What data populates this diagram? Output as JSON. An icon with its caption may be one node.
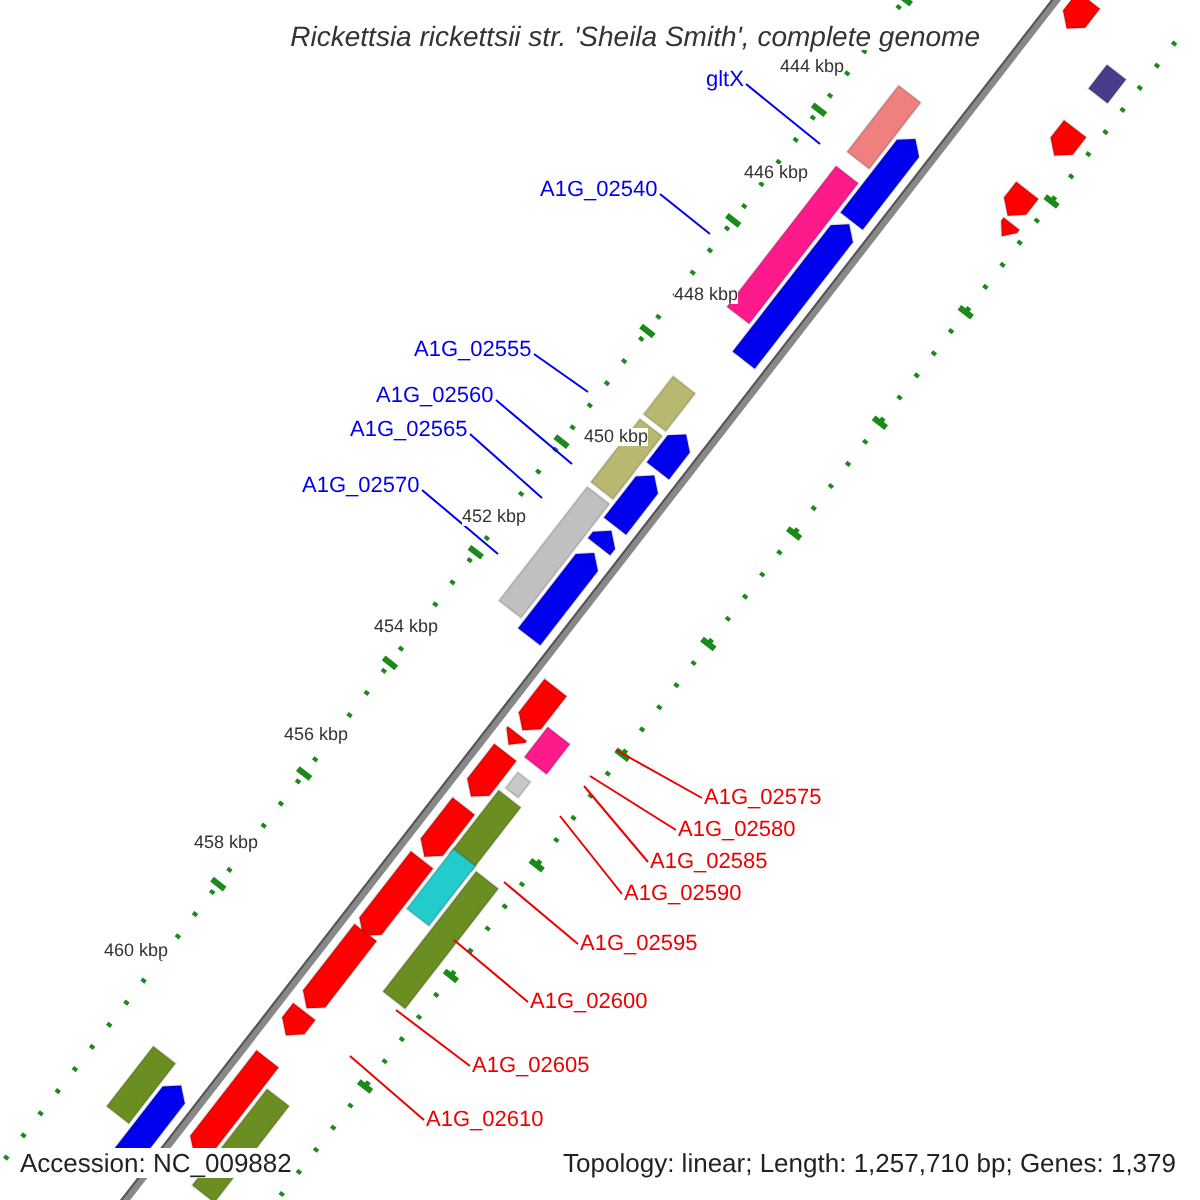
{
  "diagram": {
    "title": "Rickettsia rickettsii str. 'Sheila Smith', complete genome",
    "nodes": [
      {
        "text": [
          "gltX"
        ]
      },
      {
        "text": [
          "A1G_02540"
        ]
      },
      {
        "text": [
          "A1G_02555"
        ]
      },
      {
        "text": [
          "A1G_02560"
        ]
      },
      {
        "text": [
          "A1G_02565"
        ]
      },
      {
        "text": [
          "A1G_02570"
        ]
      },
      {
        "text": [
          "A1G_02575"
        ]
      },
      {
        "text": [
          "A1G_02580"
        ]
      },
      {
        "text": [
          "A1G_02585"
        ]
      },
      {
        "text": [
          "A1G_02590"
        ]
      },
      {
        "text": [
          "A1G_02595"
        ]
      },
      {
        "text": [
          "A1G_02600"
        ]
      },
      {
        "text": [
          "A1G_02605"
        ]
      },
      {
        "text": [
          "A1G_02610"
        ]
      }
    ],
    "edges": [
      {
        "from": 0,
        "to": null,
        "arrow": "none",
        "color": "#0000ee"
      },
      {
        "from": 1,
        "to": null,
        "arrow": "none",
        "color": "#0000ee"
      },
      {
        "from": 2,
        "to": null,
        "arrow": "none",
        "color": "#0000ee"
      },
      {
        "from": 3,
        "to": null,
        "arrow": "none",
        "color": "#0000ee"
      },
      {
        "from": 4,
        "to": null,
        "arrow": "none",
        "color": "#0000ee"
      },
      {
        "from": 5,
        "to": null,
        "arrow": "none",
        "color": "#0000ee"
      },
      {
        "from": 6,
        "to": null,
        "arrow": "none"
      },
      {
        "from": 7,
        "to": null,
        "arrow": "none"
      },
      {
        "from": 8,
        "to": null,
        "arrow": "none"
      },
      {
        "from": 9,
        "to": null,
        "arrow": "none"
      },
      {
        "from": 10,
        "to": null,
        "arrow": "none"
      },
      {
        "from": 11,
        "to": null,
        "arrow": "none"
      },
      {
        "from": 12,
        "to": null,
        "arrow": "none"
      },
      {
        "from": 13,
        "to": null,
        "arrow": "none"
      }
    ],
    "labels": [
      "444 kbp",
      "446 kbp",
      "448 kbp",
      "450 kbp",
      "452 kbp",
      "454 kbp",
      "456 kbp",
      "458 kbp",
      "460 kbp",
      "Accession: NC_009882",
      "Topology: linear; Length: 1,257,710 bp; Genes: 1,379"
    ]
  }
}
